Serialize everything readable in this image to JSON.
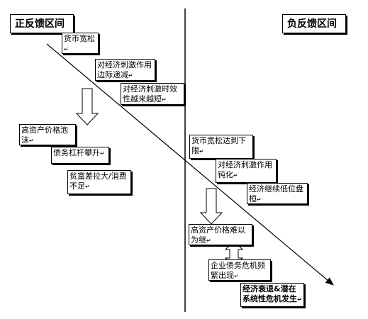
{
  "titles": {
    "positive": "正反馈区间",
    "negative": "负反馈区间"
  },
  "positive_boxes": [
    {
      "text": "货币宽松"
    },
    {
      "text": "对经济刺激作用边际递减"
    },
    {
      "text": "对经济刺激时效性越来越短"
    },
    {
      "text": "高资产价格泡沫"
    },
    {
      "text": "债务杠杆攀升"
    },
    {
      "text": "贫富差拉大/消费不足"
    }
  ],
  "negative_boxes": [
    {
      "text": "货币宽松达到下限"
    },
    {
      "text": "对经济刺激作用钝化"
    },
    {
      "text": "经济继续低位盘桓"
    },
    {
      "text": "高资产价格难以为继"
    },
    {
      "text": "企业债务危机频繁出现"
    },
    {
      "text": "经济衰退&潜在系统性危机发生"
    }
  ],
  "colors": {
    "line": "#000000",
    "box_border": "#000000",
    "background": "#ffffff"
  }
}
